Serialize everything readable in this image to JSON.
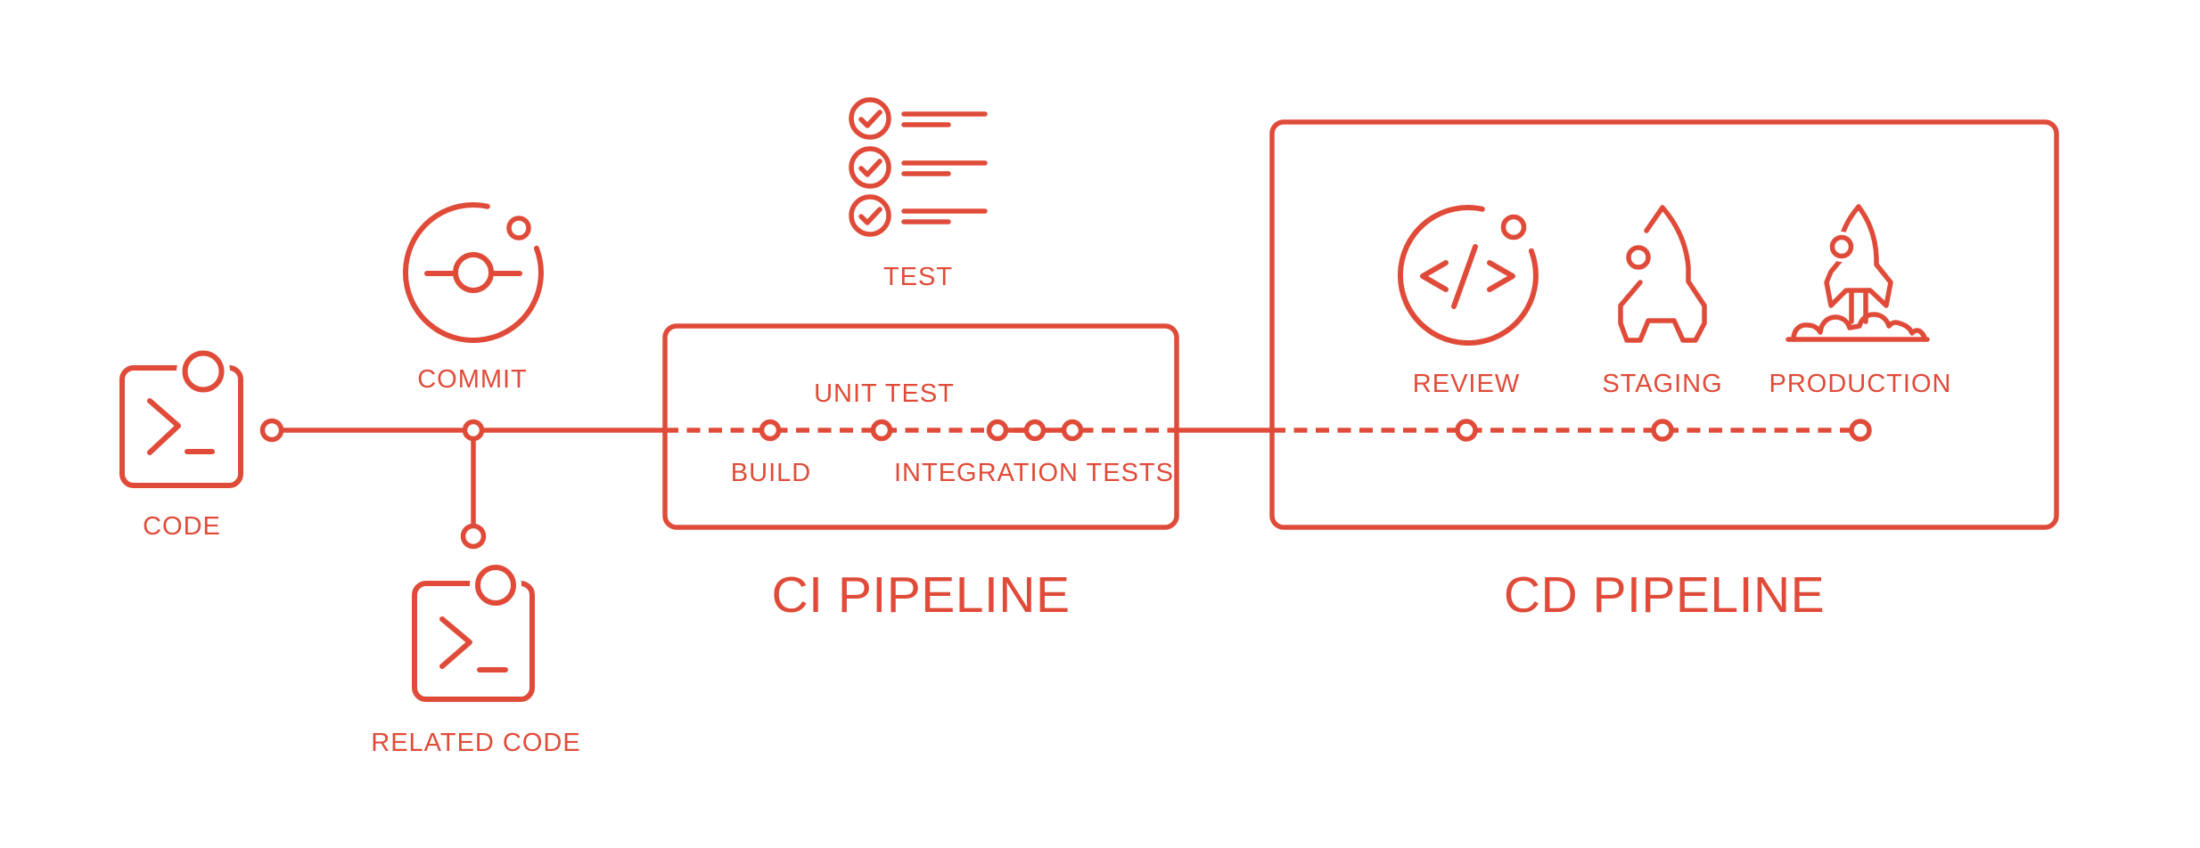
{
  "colors": {
    "accent": "#E04B39",
    "background": "#FFFFFF"
  },
  "stages": {
    "code": {
      "label": "CODE"
    },
    "commit": {
      "label": "COMMIT"
    },
    "related_code": {
      "label": "RELATED CODE"
    },
    "test": {
      "label": "TEST"
    }
  },
  "ci_pipeline": {
    "title": "CI PIPELINE",
    "steps": {
      "build": "BUILD",
      "unit_test": "UNIT TEST",
      "integration_tests": "INTEGRATION TESTS"
    }
  },
  "cd_pipeline": {
    "title": "CD PIPELINE",
    "steps": {
      "review": "REVIEW",
      "staging": "STAGING",
      "production": "PRODUCTION"
    }
  }
}
